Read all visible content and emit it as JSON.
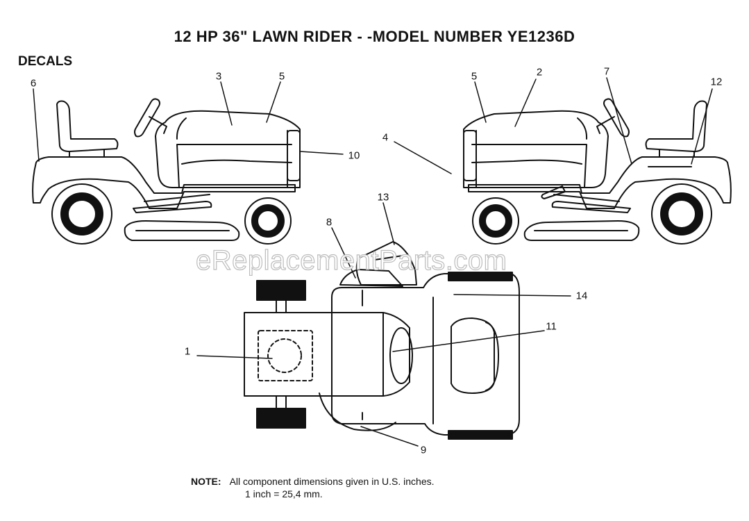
{
  "title": "12  HP  36\" LAWN RIDER  - -MODEL NUMBER  YE1236D",
  "section_label": "DECALS",
  "callouts": {
    "c1": "1",
    "c2": "2",
    "c3": "3",
    "c4": "4",
    "c5a": "5",
    "c5b": "5",
    "c6": "6",
    "c7": "7",
    "c8": "8",
    "c9": "9",
    "c10": "10",
    "c11": "11",
    "c12": "12",
    "c13": "13",
    "c14": "14"
  },
  "watermark": "eReplacementParts.com",
  "note": {
    "label": "NOTE:",
    "line1": "All component dimensions given in U.S. inches.",
    "line2": "1 inch = 25,4 mm."
  }
}
